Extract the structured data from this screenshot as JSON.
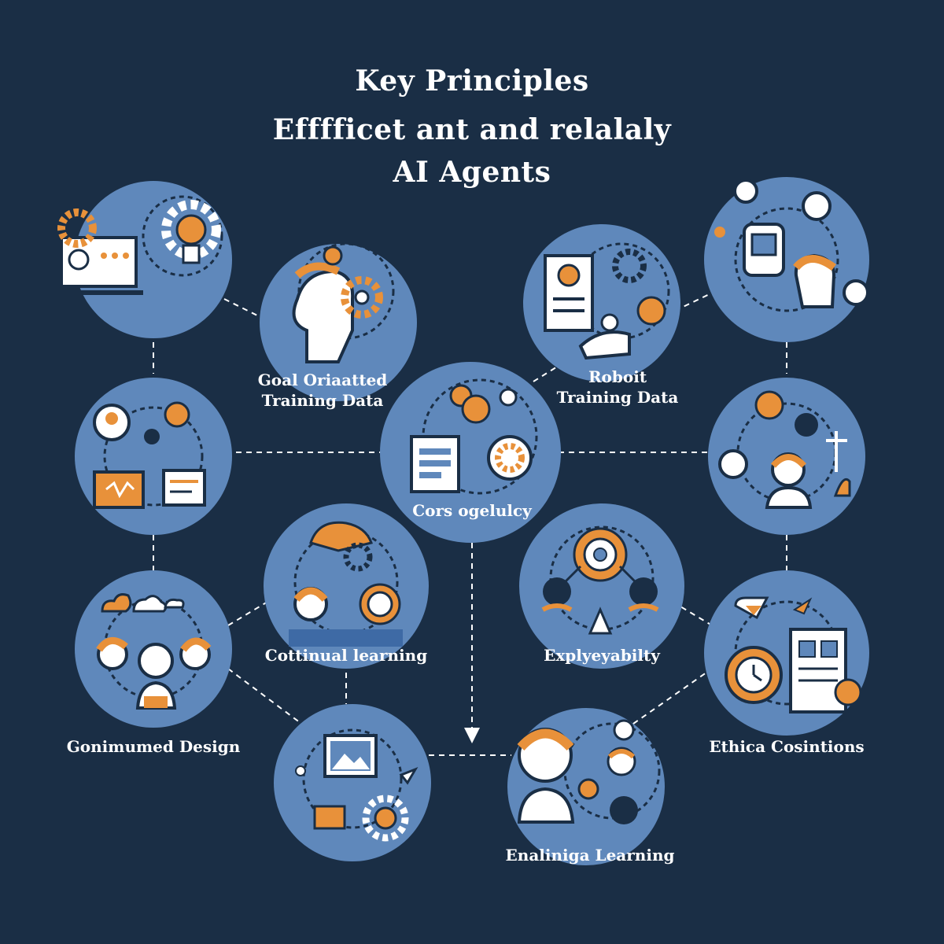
{
  "header": {
    "title_line1": "Key Principles",
    "title_line2": "Efffficet ant  and relalaly",
    "title_line3": "AI Agents"
  },
  "colors": {
    "background": "#1a2e45",
    "node_fill": "#5f88bb",
    "accent": "#e8913a",
    "icon_line": "#1a2e45",
    "connector": "#ffffff"
  },
  "nodes": [
    {
      "id": "n1",
      "icon": "computer-gear-bulb-icon",
      "label": ""
    },
    {
      "id": "n2",
      "icon": "head-gears-icon",
      "label": "Goal Oriaatted\nTraining Data"
    },
    {
      "id": "n3",
      "icon": "profile-card-network-icon",
      "label": "Roboit\nTraining Data"
    },
    {
      "id": "n4",
      "icon": "robot-person-icon",
      "label": ""
    },
    {
      "id": "n5",
      "icon": "users-video-icon",
      "label": ""
    },
    {
      "id": "n6",
      "icon": "clipboard-network-gear-icon",
      "label": "Cors ogelulcy"
    },
    {
      "id": "n7",
      "icon": "scale-person-icon",
      "label": ""
    },
    {
      "id": "n8",
      "icon": "people-cloud-icon",
      "label": "Gonimumed Design"
    },
    {
      "id": "n9",
      "icon": "person-gear-icon",
      "label": "Cottinual learning"
    },
    {
      "id": "n10",
      "icon": "hub-network-icon",
      "label": "Explyeyabilty"
    },
    {
      "id": "n11",
      "icon": "document-clock-icon",
      "label": "Ethica Cosintions"
    },
    {
      "id": "n12",
      "icon": "monitor-image-gear-icon",
      "label": ""
    },
    {
      "id": "n13",
      "icon": "person-network-icon",
      "label": "Enaliniga Learning"
    }
  ]
}
